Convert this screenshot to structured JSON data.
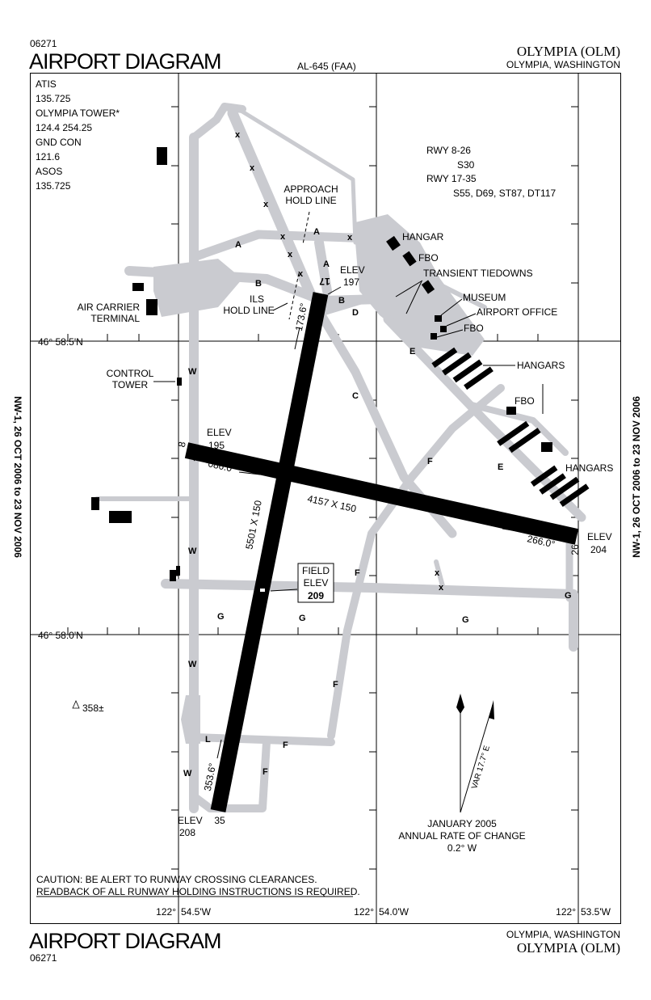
{
  "header": {
    "chart_number": "06271",
    "title": "AIRPORT DIAGRAM",
    "chart_id": "AL-645 (FAA)",
    "airport": "OLYMPIA (OLM)",
    "city": "OLYMPIA, WASHINGTON"
  },
  "footer": {
    "title": "AIRPORT DIAGRAM",
    "chart_number": "06271",
    "city": "OLYMPIA, WASHINGTON",
    "airport": "OLYMPIA (OLM)"
  },
  "side_text": {
    "left": "NW-1, 26 OCT 2006 to 23 NOV 2006",
    "right": "NW-1, 26 OCT 2006 to 23 NOV 2006"
  },
  "frequencies": [
    "ATIS",
    "135.725",
    "OLYMPIA TOWER*",
    "124.4  254.25",
    "GND CON",
    "121.6",
    "ASOS",
    "135.725"
  ],
  "weight_bearing": [
    "RWY 8-26",
    "S30",
    "RWY 17-35",
    "S55, D69, ST87, DT117"
  ],
  "coordinates": {
    "lat1": "46° 58.5'N",
    "lat2": "46° 58.0'N",
    "lon1_deg": "122°",
    "lon1_min": "54.5'W",
    "lon2_deg": "122°",
    "lon2_min": "54.0'W",
    "lon3_deg": "122°",
    "lon3_min": "53.5'W"
  },
  "runways": {
    "rwy17_label": "17",
    "rwy35_label": "35",
    "rwy8_label": "8",
    "rwy26_label": "26",
    "rwy17_35_dims": "5501 X 150",
    "rwy8_26_dims": "4157 X 150",
    "hdg_173": "173.6°",
    "hdg_353": "353.6°",
    "hdg_086": "086.0°",
    "hdg_266": "266.0°"
  },
  "elevations": {
    "elev_label": "ELEV",
    "rwy17": "197",
    "rwy8": "195",
    "rwy26": "204",
    "rwy35": "208",
    "field_label_1": "FIELD",
    "field_label_2": "ELEV",
    "field": "209"
  },
  "facilities": {
    "approach_hold_1": "APPROACH",
    "approach_hold_2": "HOLD LINE",
    "ils_hold_1": "ILS",
    "ils_hold_2": "HOLD LINE",
    "hangar": "HANGAR",
    "fbo1": "FBO",
    "transient": "TRANSIENT TIEDOWNS",
    "museum": "MUSEUM",
    "airport_office": "AIRPORT OFFICE",
    "fbo2": "FBO",
    "hangars1": "HANGARS",
    "fbo3": "FBO",
    "hangars2": "HANGARS",
    "terminal_1": "AIR CARRIER",
    "terminal_2": "TERMINAL",
    "tower_1": "CONTROL",
    "tower_2": "TOWER",
    "obstacle": "358±"
  },
  "taxiways": {
    "A": "A",
    "B": "B",
    "C": "C",
    "D": "D",
    "E": "E",
    "F": "F",
    "G": "G",
    "L": "L",
    "W": "W",
    "X": "x"
  },
  "magnetic": {
    "var": "VAR 17.7° E",
    "date": "JANUARY 2005",
    "rate_label": "ANNUAL RATE OF CHANGE",
    "rate": "0.2° W"
  },
  "caution": {
    "line1": "CAUTION: BE ALERT TO RUNWAY CROSSING CLEARANCES.",
    "line2": "READBACK OF ALL RUNWAY HOLDING INSTRUCTIONS IS REQUIRED."
  }
}
